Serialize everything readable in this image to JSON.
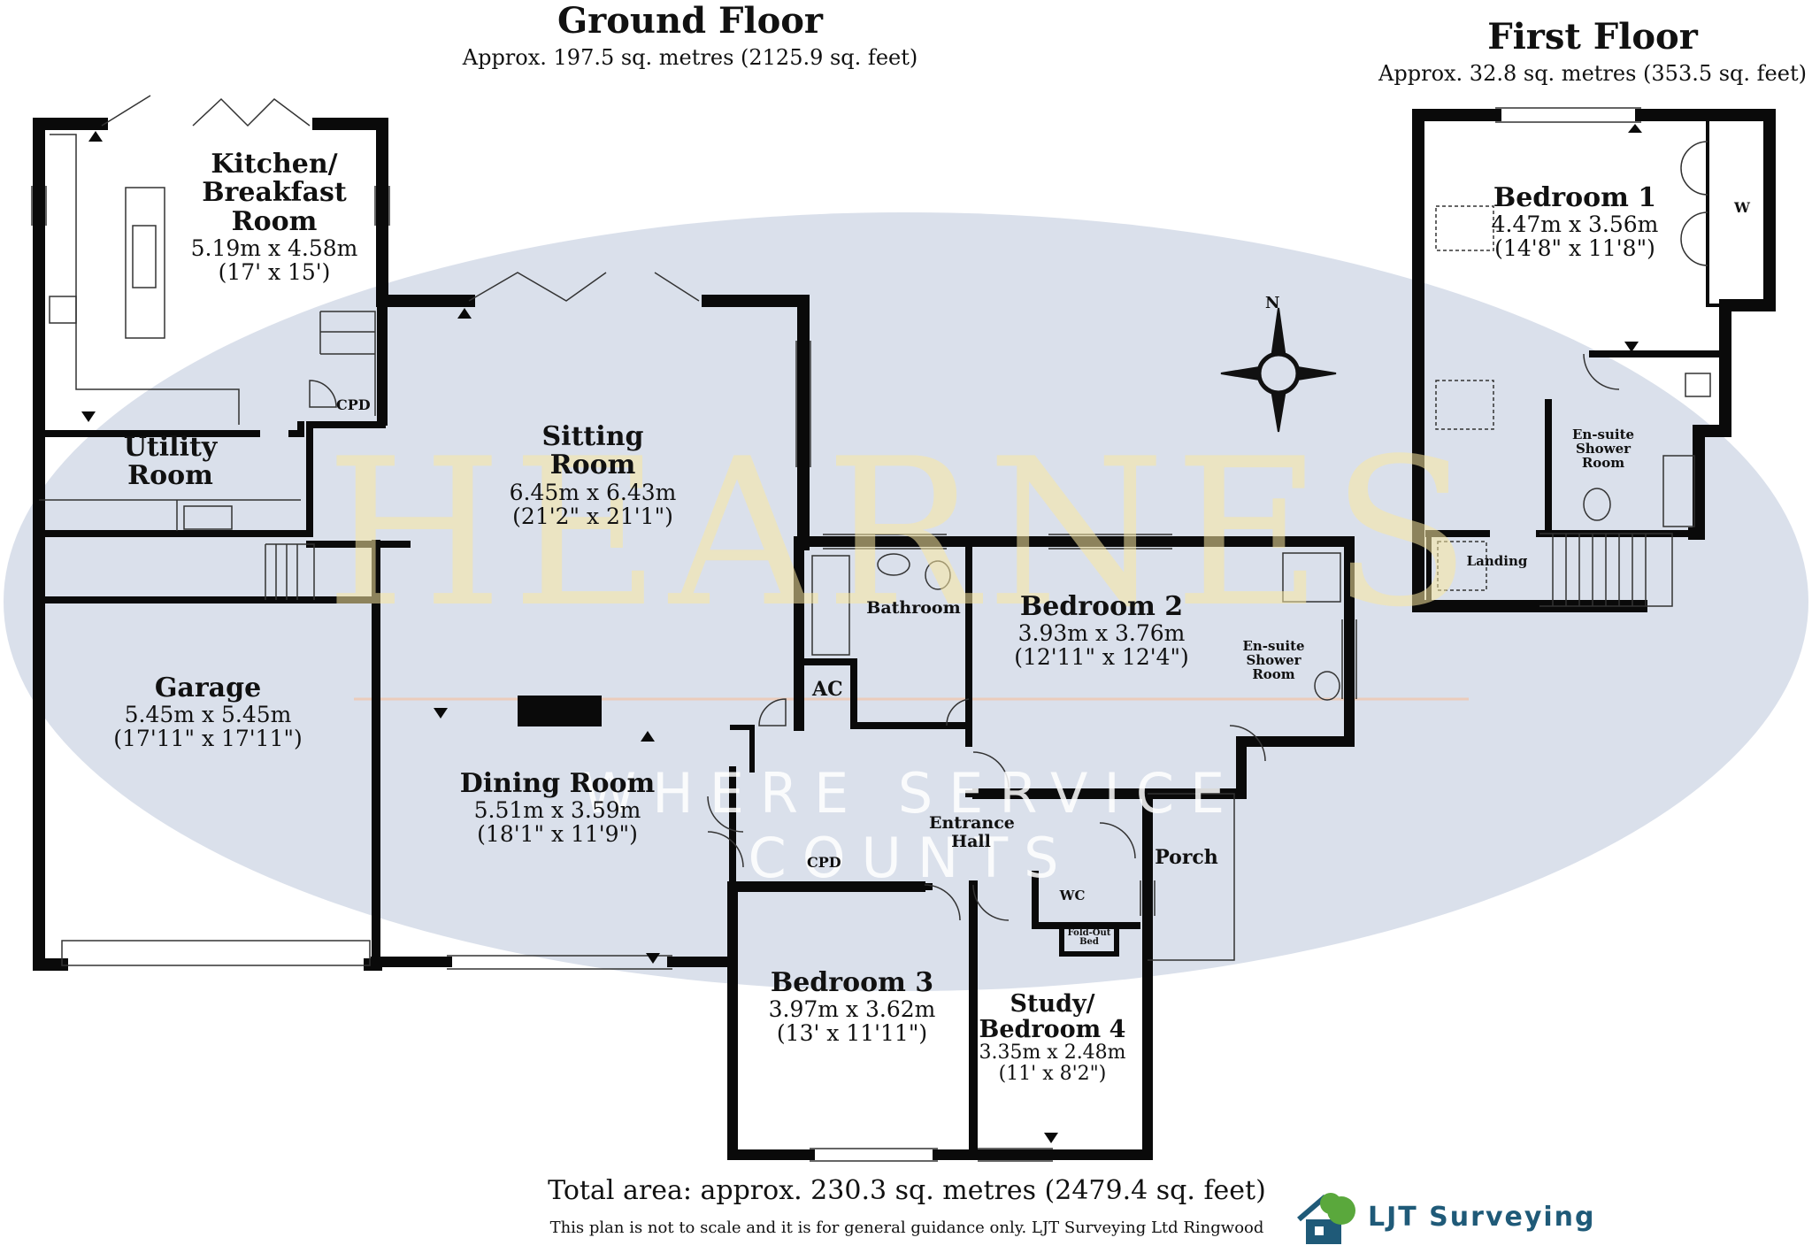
{
  "ground_floor": {
    "title": "Ground Floor",
    "area": "Approx. 197.5 sq. metres (2125.9 sq. feet)"
  },
  "first_floor": {
    "title": "First Floor",
    "area": "Approx. 32.8 sq. metres (353.5 sq. feet)"
  },
  "rooms": {
    "kitchen": {
      "name": "Kitchen/ Breakfast Room",
      "metric": "5.19m x 4.58m",
      "imperial": "(17' x 15')"
    },
    "utility": {
      "name": "Utility Room"
    },
    "sitting": {
      "name": "Sitting Room",
      "metric": "6.45m x 6.43m",
      "imperial": "(21'2\" x 21'1\")"
    },
    "garage": {
      "name": "Garage",
      "metric": "5.45m x 5.45m",
      "imperial": "(17'11\" x 17'11\")"
    },
    "dining": {
      "name": "Dining Room",
      "metric": "5.51m x 3.59m",
      "imperial": "(18'1\" x 11'9\")"
    },
    "bathroom": {
      "name": "Bathroom"
    },
    "bedroom2": {
      "name": "Bedroom 2",
      "metric": "3.93m x 3.76m",
      "imperial": "(12'11\" x 12'4\")"
    },
    "ensuite_gf": {
      "name": "En-suite Shower Room"
    },
    "entrance": {
      "name": "Entrance Hall"
    },
    "porch": {
      "name": "Porch"
    },
    "wc": {
      "name": "WC"
    },
    "foldout": {
      "name": "Fold-Out Bed"
    },
    "bedroom3": {
      "name": "Bedroom 3",
      "metric": "3.97m x 3.62m",
      "imperial": "(13' x 11'11\")"
    },
    "study": {
      "name": "Study/ Bedroom 4",
      "metric": "3.35m x 2.48m",
      "imperial": "(11' x 8'2\")"
    },
    "bedroom1": {
      "name": "Bedroom 1",
      "metric": "4.47m x 3.56m",
      "imperial": "(14'8\" x 11'8\")"
    },
    "ensuite_ff": {
      "name": "En-suite Shower Room"
    },
    "landing": {
      "name": "Landing"
    }
  },
  "labels": {
    "cpd_kitchen": "CPD",
    "cpd_dining": "CPD",
    "ac": "AC",
    "wardrobe": "W",
    "north": "N"
  },
  "watermark": {
    "brand": "HEARNES",
    "tagline": "WHERE SERVICE COUNTS"
  },
  "footer": {
    "total": "Total area: approx. 230.3 sq. metres (2479.4 sq. feet)",
    "disclaimer": "This plan is not to scale and it is for general guidance only. LJT Surveying Ltd Ringwood"
  },
  "logo": {
    "text": "LJT Surveying"
  },
  "colors": {
    "wall": "#0a0a0a",
    "watermark_ellipse": "#cdd6e4",
    "logo_blue": "#1f5a78",
    "logo_green": "#5aa83c"
  }
}
